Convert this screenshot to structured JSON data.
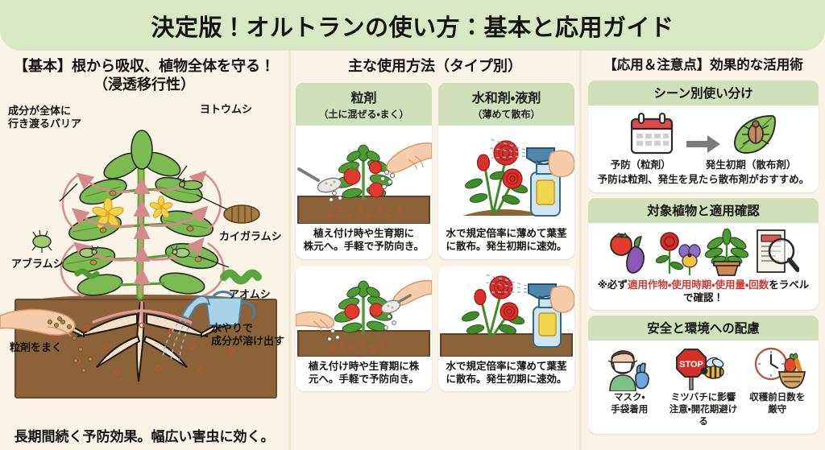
{
  "header": {
    "title": "決定版！オルトランの使い方：基本と応用ガイド"
  },
  "left_panel": {
    "heading_line1": "【基本】根から吸収、植物全体を守る！",
    "heading_line2": "（浸透移行性）",
    "annotations": {
      "barrier": "成分が全体に\n行き渡るバリア",
      "yotoumushi": "ヨトウムシ",
      "kaigaramushi": "カイガラムシ",
      "aomushi": "アオムシ",
      "aburamushi": "アブラムシ",
      "granule_spread": "粒剤をまく",
      "watering": "水やりで\n成分が溶け出す"
    },
    "footer": "長期間続く予防効果。幅広い害虫に効く。"
  },
  "mid_panel": {
    "heading": "主な使用方法（タイプ別）",
    "types": [
      {
        "title": "粒剤",
        "subtitle": "（土に混ぜる・まく）",
        "cards": [
          {
            "caption": "植え付け時や生育期に\n株元へ。手軽で予防向き。"
          },
          {
            "caption": "植え付け時や生育期に株\n元へ。手軽で予防向き。"
          }
        ]
      },
      {
        "title": "水和剤・液剤",
        "subtitle": "（薄めて散布）",
        "cards": [
          {
            "caption": "水で規定倍率に薄めて葉茎\nに散布。発生初期に速効。"
          },
          {
            "caption": "水で規定倍率に薄めて葉茎\nに散布。発生初期に速効。"
          }
        ]
      }
    ]
  },
  "right_panel": {
    "heading": "【応用＆注意点】効果的な活用術",
    "sections": [
      {
        "title": "シーン別使い分け",
        "icon_left": "calendar-icon",
        "icon_right": "leaf-with-bug-icon",
        "sub_left": "予防（粒剤）",
        "sub_right": "発生初期（散布剤）",
        "caption": "予防は粒剤、発生を見たら散布剤がおすすめ。"
      },
      {
        "title": "対象植物と適用確認",
        "icons": [
          "tomato-icon",
          "eggplant-icon",
          "rose-icon",
          "pansy-icon",
          "potted-plant-icon",
          "label-magnifier-icon"
        ],
        "caption_prefix": "※必ず",
        "caption_highlight": "適用作物・使用時期・使用量・回数",
        "caption_suffix": "をラベルで確認！",
        "highlight_color": "#cf3a34"
      },
      {
        "title": "安全と環境への配慮",
        "items": [
          {
            "icon": "mask-gloves-person-icon",
            "label": "マスク・\n手袋着用"
          },
          {
            "icon": "stop-sign-bee-icon",
            "label": "ミツバチに影響\n注意・開花期避ける"
          },
          {
            "icon": "clock-harvest-basket-icon",
            "label": "収穫前日数を\n厳守"
          }
        ]
      }
    ]
  },
  "colors": {
    "header_bg": "#d9e8c4",
    "page_bg": "#faf4e6",
    "section_head_bg": "#cfe0bb",
    "card_bg": "#ffffff",
    "soil": "#8c6239",
    "leaf_green": "#76b04a",
    "stem_green": "#7cb342",
    "arrow_pink": "#d98e8e",
    "accent_red": "#cf3a34",
    "text": "#14130f"
  }
}
